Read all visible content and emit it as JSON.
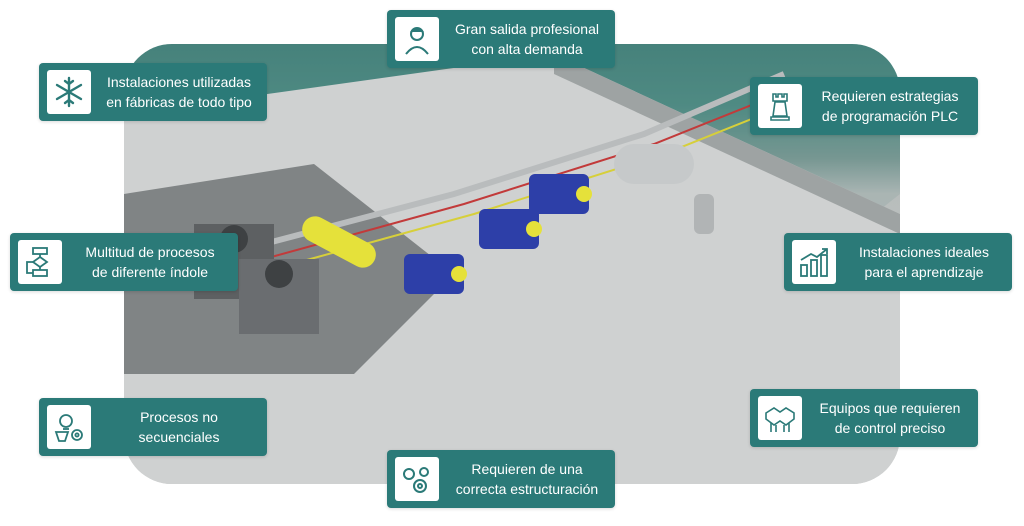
{
  "scene": {
    "description_icon": "industrial-plant-3d-render"
  },
  "cards": [
    {
      "name": "gran-salida",
      "icon": "worker-icon",
      "line1": "Gran salida profesional",
      "line2": "con alta demanda"
    },
    {
      "name": "instalaciones-utilizadas",
      "icon": "snowflake-icon",
      "line1": "Instalaciones utilizadas",
      "line2": "en fábricas de todo tipo"
    },
    {
      "name": "estrategias-plc",
      "icon": "chess-rook-icon",
      "line1": "Requieren estrategias",
      "line2": "de programación PLC"
    },
    {
      "name": "multitud-procesos",
      "icon": "flowchart-icon",
      "line1": "Multitud de procesos",
      "line2": "de diferente índole"
    },
    {
      "name": "instalaciones-ideales",
      "icon": "bar-chart-growth-icon",
      "line1": "Instalaciones ideales",
      "line2": "para el aprendizaje"
    },
    {
      "name": "procesos-no-secuenciales",
      "icon": "idea-gears-icon",
      "line1": "Procesos no",
      "line2": "secuenciales"
    },
    {
      "name": "equipos-control",
      "icon": "handshake-icon",
      "line1": "Equipos que requieren",
      "line2": "de control preciso"
    },
    {
      "name": "correcta-estructuracion",
      "icon": "gears-icon",
      "line1": "Requieren de una",
      "line2": "correcta estructuración"
    }
  ],
  "colors": {
    "card_bg": "#2b7a78",
    "accent": "#1f6e66"
  }
}
